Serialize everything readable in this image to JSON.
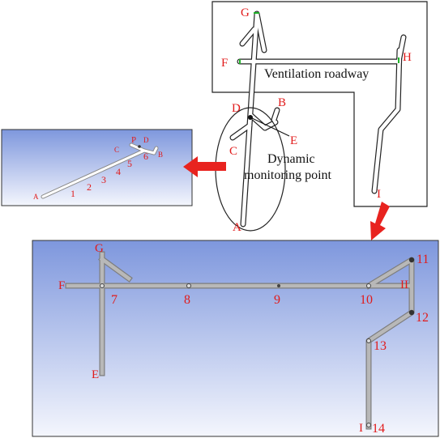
{
  "colors": {
    "label_red": "#e11b1b",
    "arrow_red": "#e8231f",
    "panel_blue_top": "#7e97dd",
    "panel_blue_bottom": "#f4f6fd",
    "tunnel_fill": "#ffffff",
    "tunnel_grey": "#a7a7a7",
    "sensor_dark": "#333333"
  },
  "plan_view": {
    "point_labels": {
      "G": "G",
      "F": "F",
      "H": "H",
      "I": "I",
      "A": "A",
      "B": "B",
      "C": "C",
      "D": "D",
      "E": "E"
    },
    "roadway_label": "Ventilation roadway",
    "monitor_label_line1": "Dynamic",
    "monitor_label_line2": "monitoring point"
  },
  "inset_model": {
    "point_labels": {
      "A": "A",
      "B": "B",
      "C": "C",
      "D": "D",
      "P": "P"
    },
    "sensor_numbers": [
      "1",
      "2",
      "3",
      "4",
      "5",
      "6"
    ]
  },
  "network_model": {
    "point_labels": {
      "G": "G",
      "F": "F",
      "E": "E",
      "H": "II",
      "I": "I"
    },
    "sensor_numbers": [
      "7",
      "8",
      "9",
      "10",
      "11",
      "12",
      "13",
      "14"
    ]
  }
}
